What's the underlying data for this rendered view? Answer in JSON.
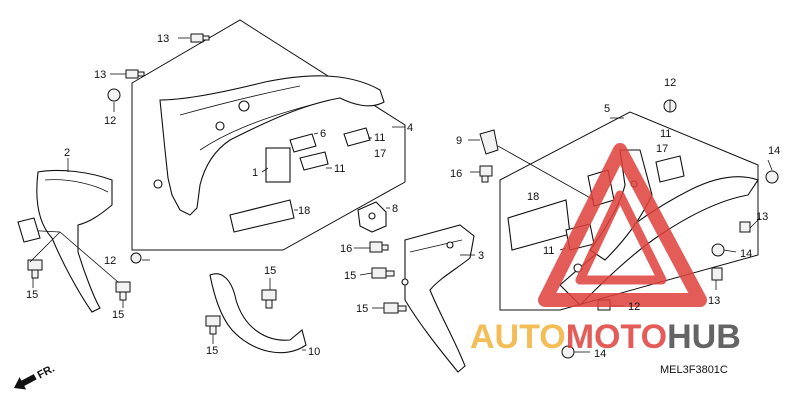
{
  "diagram_code": "MEL3F3801C",
  "direction_label": "FR.",
  "watermark": {
    "part1": "AUTO",
    "part2": "MOTO",
    "part3": "HUB",
    "color_gold": "#f2b23a",
    "color_red": "#e0403a",
    "color_dark": "#4a4a4a"
  },
  "labels": {
    "l1": "1",
    "l2": "2",
    "l3": "3",
    "l4": "4",
    "l5": "5",
    "l6": "6",
    "l8": "8",
    "l9": "9",
    "l10": "10",
    "l11a": "11",
    "l11b": "11",
    "l11c": "11",
    "l11d": "11",
    "l12a": "12",
    "l12b": "12",
    "l12c": "12",
    "l12d": "12",
    "l13a": "13",
    "l13b": "13",
    "l13c": "13",
    "l13d": "13",
    "l14a": "14",
    "l14b": "14",
    "l14c": "14",
    "l15a": "15",
    "l15b": "15",
    "l15c": "15",
    "l15d": "15",
    "l15e": "15",
    "l15f": "15",
    "l16a": "16",
    "l16b": "16",
    "l17a": "17",
    "l17b": "17",
    "l18a": "18",
    "l18b": "18"
  }
}
